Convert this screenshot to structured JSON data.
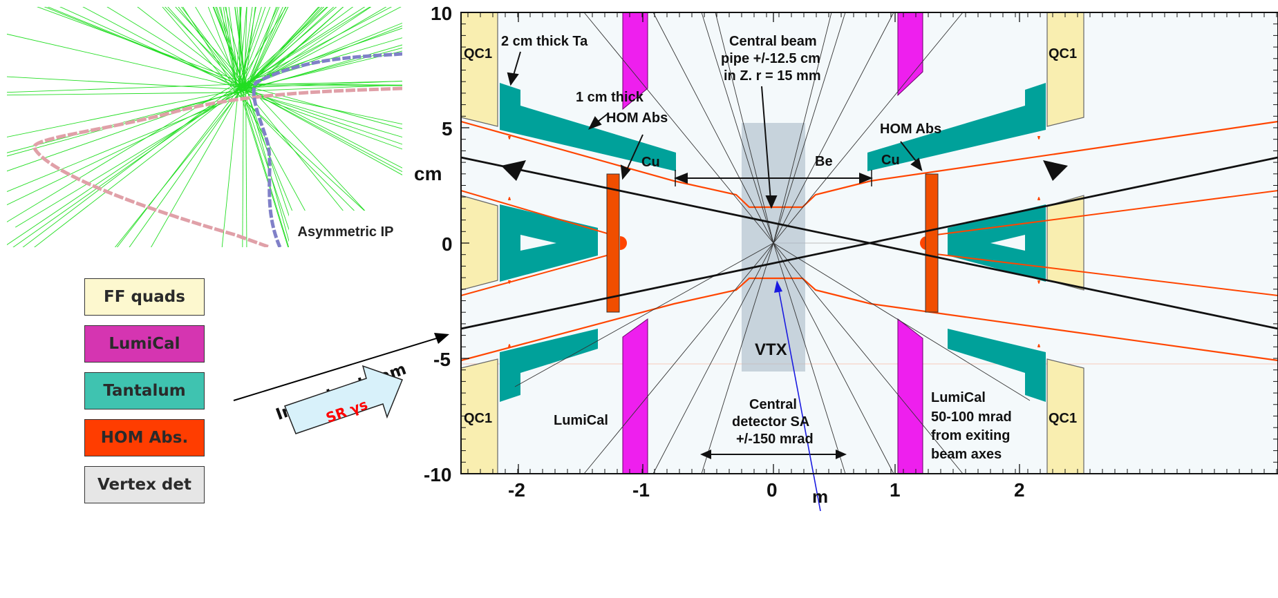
{
  "inset": {
    "label": "Asymmetric IP"
  },
  "legend": [
    {
      "label": "FF quads",
      "color": "#fdf8cf"
    },
    {
      "label": "LumiCal",
      "color": "#d535b1"
    },
    {
      "label": "Tantalum",
      "color": "#3fc3b0"
    },
    {
      "label": "HOM Abs.",
      "color": "#ff3d00"
    },
    {
      "label": "Vertex det",
      "color": "#e6e6e6"
    }
  ],
  "beam": {
    "incoming": "Incoming beam",
    "sr": "SR γs"
  },
  "axes": {
    "y_unit": "cm",
    "x_unit": "m",
    "y_ticks": [
      "10",
      "5",
      "0",
      "-5",
      "-10"
    ],
    "x_ticks": [
      "-2",
      "-1",
      "0",
      "1",
      "2"
    ]
  },
  "labels": {
    "qc1": "QC1",
    "ta_left": "2 cm thick Ta",
    "central_pipe": [
      "Central beam",
      "pipe +/-12.5 cm",
      "in Z. r = 15 mm"
    ],
    "thick_1cm": "1 cm thick",
    "hom_left": "HOM Abs",
    "hom_right": "HOM Abs",
    "cu_left": "Cu",
    "cu_right": "Cu",
    "be": "Be",
    "vtx": "VTX",
    "lumical_left": "LumiCal",
    "central_det": [
      "Central",
      "detector SA",
      "+/-150 mrad"
    ],
    "lumical_right": [
      "LumiCal",
      "50-100 mrad",
      "from exiting",
      "beam axes"
    ]
  },
  "colors": {
    "quad": "#f9eeb0",
    "lumical": "#ee1fee",
    "tantalum": "#00a19a",
    "hom": "#f04e00",
    "pipe": "#ff4500",
    "vtx": "#a9b9c8",
    "bg": "#f4f9fb"
  }
}
